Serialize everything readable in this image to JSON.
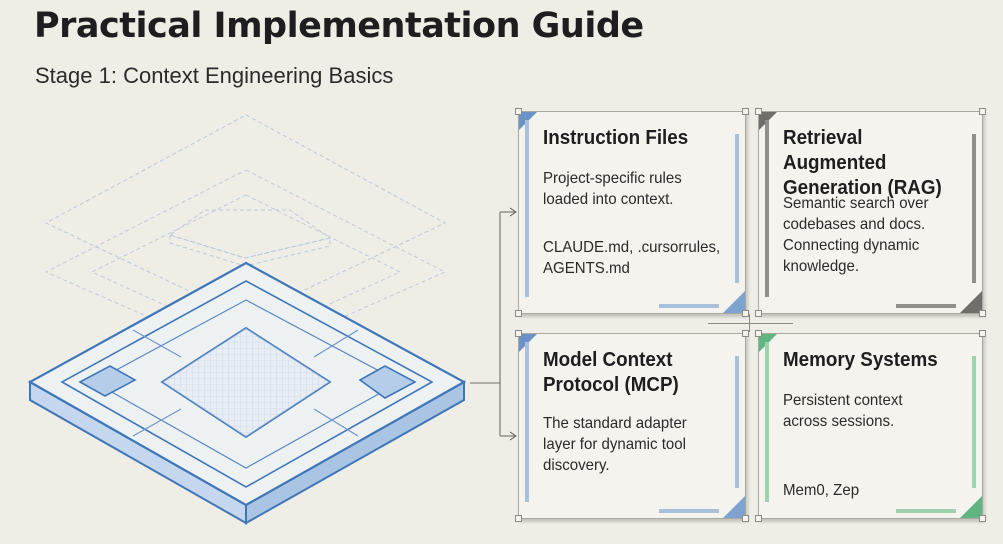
{
  "header": {
    "title": "Practical Implementation Guide",
    "subtitle": "Stage 1: Context Engineering Basics"
  },
  "colors": {
    "blue_accent": "#4a7fc1",
    "blue_fill": "#d4e2f3",
    "gray_accent": "#6e6e6b",
    "green_accent": "#5fb682",
    "background": "#efeee6"
  },
  "cards": [
    {
      "title": "Instruction Files",
      "description": "Project-specific rules\nloaded into context.",
      "examples": "CLAUDE.md, .cursorrules,\nAGENTS.md",
      "accent": "blue"
    },
    {
      "title": "Retrieval Augmented\nGeneration (RAG)",
      "description": "Semantic search over\ncodebases and docs.\nConnecting dynamic\nknowledge.",
      "examples": "",
      "accent": "gray"
    },
    {
      "title": "Model Context\nProtocol (MCP)",
      "description": "The standard adapter\nlayer for dynamic tool\ndiscovery.",
      "examples": "",
      "accent": "blue"
    },
    {
      "title": "Memory Systems",
      "description": "Persistent context\nacross sessions.",
      "examples": "Mem0, Zep",
      "accent": "green"
    }
  ]
}
